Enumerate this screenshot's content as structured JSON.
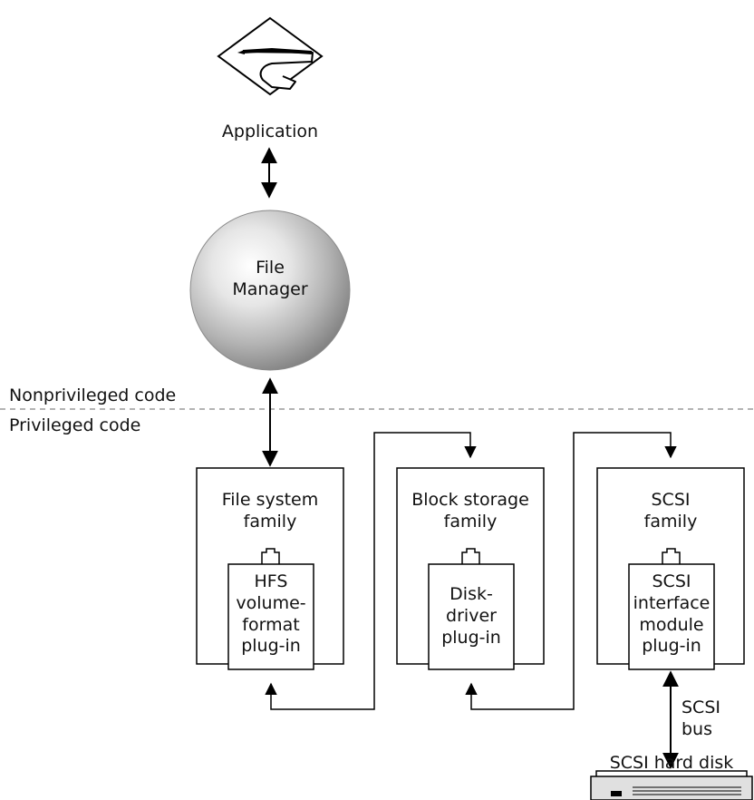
{
  "application": {
    "label": "Application"
  },
  "file_manager": {
    "label": "File\nManager"
  },
  "regions": {
    "nonprivileged": "Nonprivileged code",
    "privileged": "Privileged code"
  },
  "families": [
    {
      "label": "File system\nfamily",
      "plugin": "HFS\nvolume-\nformat\nplug-in"
    },
    {
      "label": "Block storage\nfamily",
      "plugin": "Disk-\ndriver\nplug-in"
    },
    {
      "label": "SCSI\nfamily",
      "plugin": "SCSI\ninterface\nmodule\nplug-in"
    }
  ],
  "bus": {
    "label": "SCSI bus"
  },
  "disk": {
    "label": "SCSI hard disk"
  }
}
